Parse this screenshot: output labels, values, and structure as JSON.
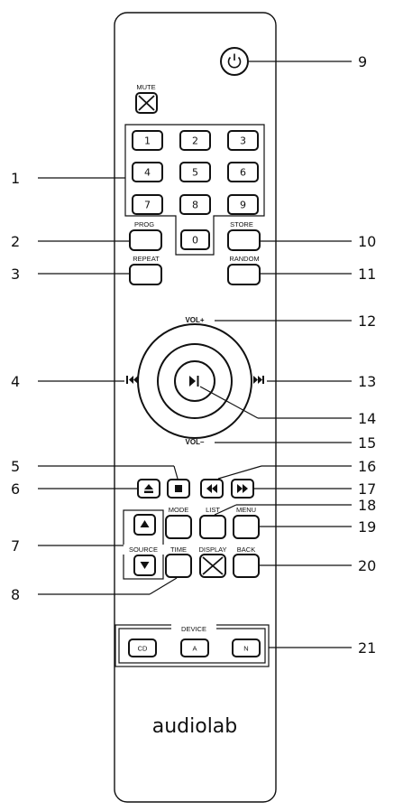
{
  "labels": {
    "mute": "MUTE",
    "prog": "PROG",
    "store": "STORE",
    "repeat": "REPEAT",
    "random": "RANDOM",
    "vol_plus": "VOL+",
    "vol_minus": "VOL–",
    "mode": "MODE",
    "list": "LIST",
    "menu": "MENU",
    "source": "SOURCE",
    "time": "TIME",
    "display": "DISPLAY",
    "back": "BACK",
    "device": "DEVICE",
    "brand": "audiolab"
  },
  "keypad": [
    "1",
    "2",
    "3",
    "4",
    "5",
    "6",
    "7",
    "8",
    "9",
    "0"
  ],
  "device_buttons": [
    "CD",
    "A",
    "N"
  ],
  "callouts": {
    "c1": "1",
    "c2": "2",
    "c3": "3",
    "c4": "4",
    "c5": "5",
    "c6": "6",
    "c7": "7",
    "c8": "8",
    "c9": "9",
    "c10": "10",
    "c11": "11",
    "c12": "12",
    "c13": "13",
    "c14": "14",
    "c15": "15",
    "c16": "16",
    "c17": "17",
    "c18": "18",
    "c19": "19",
    "c20": "20",
    "c21": "21"
  }
}
